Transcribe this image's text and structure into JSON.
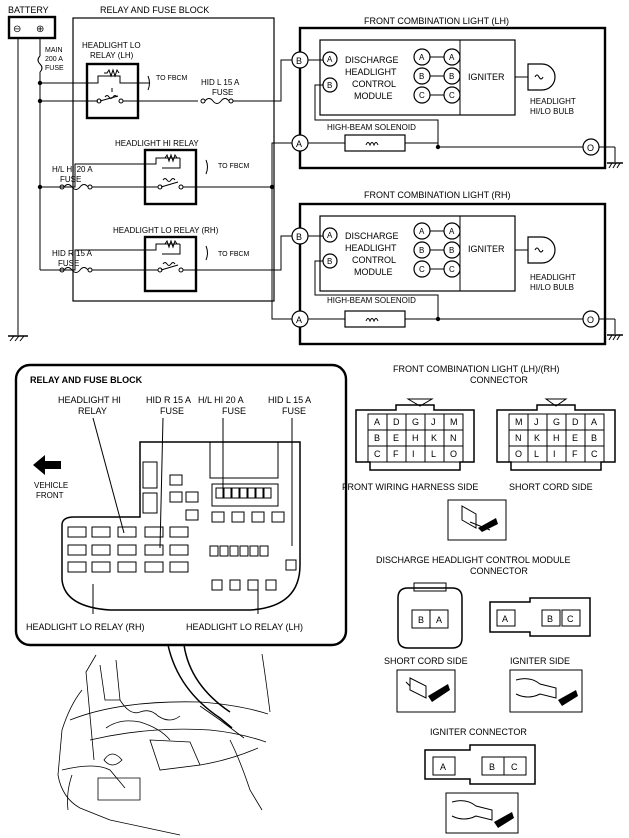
{
  "wiring": {
    "battery": "BATTERY",
    "battery_minus": "⊖",
    "battery_plus": "⊕",
    "relay_fuse_block": "RELAY AND FUSE BLOCK",
    "main_fuse": [
      "MAIN",
      "200 A",
      "FUSE"
    ],
    "headlight_lo_relay_lh": [
      "HEADLIGHT LO",
      "RELAY (LH)"
    ],
    "headlight_hi_relay": "HEADLIGHT HI RELAY",
    "headlight_lo_relay_rh": "HEADLIGHT LO RELAY (RH)",
    "to_fbcm": "TO FBCM",
    "hid_l_fuse": [
      "HID L 15 A",
      "FUSE"
    ],
    "hl_hi_fuse": [
      "H/L HI 20 A",
      "FUSE"
    ],
    "hid_r_fuse": [
      "HID R 15 A",
      "FUSE"
    ],
    "front_light_lh": "FRONT COMBINATION LIGHT (LH)",
    "front_light_rh": "FRONT COMBINATION LIGHT (RH)",
    "module": [
      "DISCHARGE",
      "HEADLIGHT",
      "CONTROL",
      "MODULE"
    ],
    "igniter": "IGNITER",
    "bulb": [
      "HEADLIGHT",
      "HI/LO BULB"
    ],
    "solenoid": "HIGH-BEAM SOLENOID",
    "terminal_a": "A",
    "terminal_b": "B",
    "terminal_c": "C",
    "terminal_o": "O"
  },
  "location": {
    "title": "RELAY AND FUSE BLOCK",
    "headlight_hi_relay": [
      "HEADLIGHT HI",
      "RELAY"
    ],
    "hid_r_fuse": [
      "HID R 15 A",
      "FUSE"
    ],
    "hl_hi_fuse": [
      "H/L HI 20 A",
      "FUSE"
    ],
    "hid_l_fuse": [
      "HID L 15 A",
      "FUSE"
    ],
    "vehicle_front": [
      "VEHICLE",
      "FRONT"
    ],
    "lo_relay_rh": "HEADLIGHT LO RELAY (RH)",
    "lo_relay_lh": "HEADLIGHT LO RELAY (LH)"
  },
  "connectors": {
    "front_light_title": [
      "FRONT COMBINATION LIGHT (LH)/(RH)",
      "CONNECTOR"
    ],
    "harness_grid": [
      [
        "A",
        "D",
        "G",
        "J",
        "M"
      ],
      [
        "B",
        "E",
        "H",
        "K",
        "N"
      ],
      [
        "C",
        "F",
        "I",
        "L",
        "O"
      ]
    ],
    "cord_grid": [
      [
        "M",
        "J",
        "G",
        "D",
        "A"
      ],
      [
        "N",
        "K",
        "H",
        "E",
        "B"
      ],
      [
        "O",
        "L",
        "I",
        "F",
        "C"
      ]
    ],
    "harness_side": "FRONT WIRING HARNESS SIDE",
    "short_cord_side": "SHORT CORD SIDE",
    "module_title": [
      "DISCHARGE HEADLIGHT CONTROL MODULE",
      "CONNECTOR"
    ],
    "igniter_side": "IGNITER SIDE",
    "igniter_title": "IGNITER CONNECTOR"
  }
}
